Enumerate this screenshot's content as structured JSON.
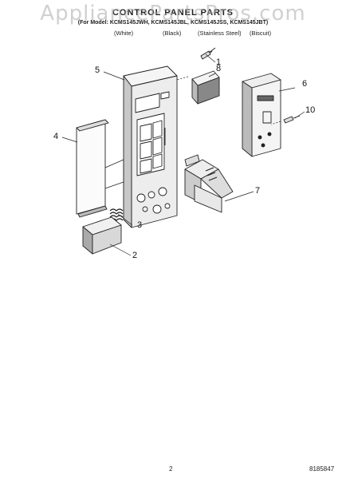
{
  "watermark": "AppliancePartsPros.com",
  "header": {
    "title": "CONTROL PANEL PARTS",
    "models": "(For Model: KCMS145JWH, KCMS145JBL, KCMS145JSS, KCMS145JBT)",
    "colors": [
      "(White)",
      "(Black)",
      "(Stainless Steel)",
      "(Biscuit)"
    ]
  },
  "callouts": [
    "1",
    "2",
    "3",
    "4",
    "5",
    "6",
    "7",
    "8",
    "10"
  ],
  "footer": {
    "page": "2",
    "doc_number": "8185847"
  }
}
